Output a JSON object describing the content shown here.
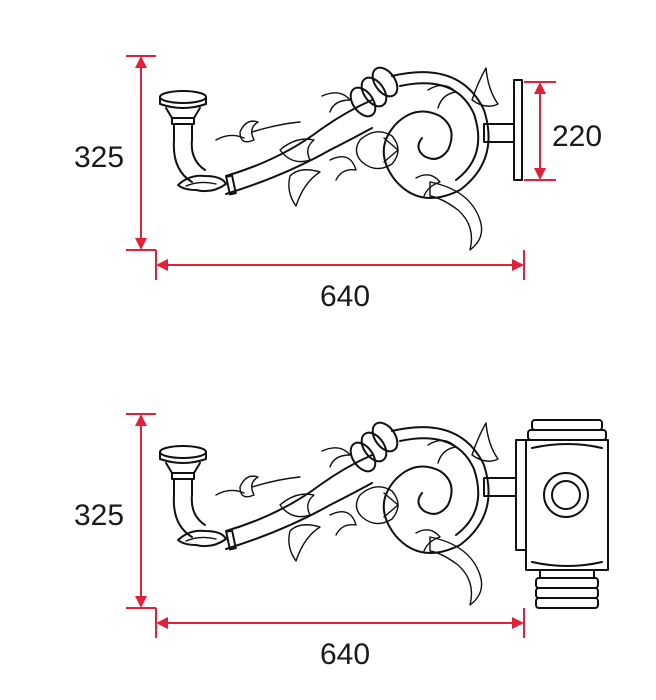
{
  "diagrams": [
    {
      "height_label": "325",
      "width_label": "640",
      "mount_label": "220"
    },
    {
      "height_label": "325",
      "width_label": "640"
    }
  ],
  "colors": {
    "dimension_line": "#e0213a",
    "drawing_ink": "#111111",
    "label_text": "#1a1a1a",
    "background": "#ffffff"
  }
}
